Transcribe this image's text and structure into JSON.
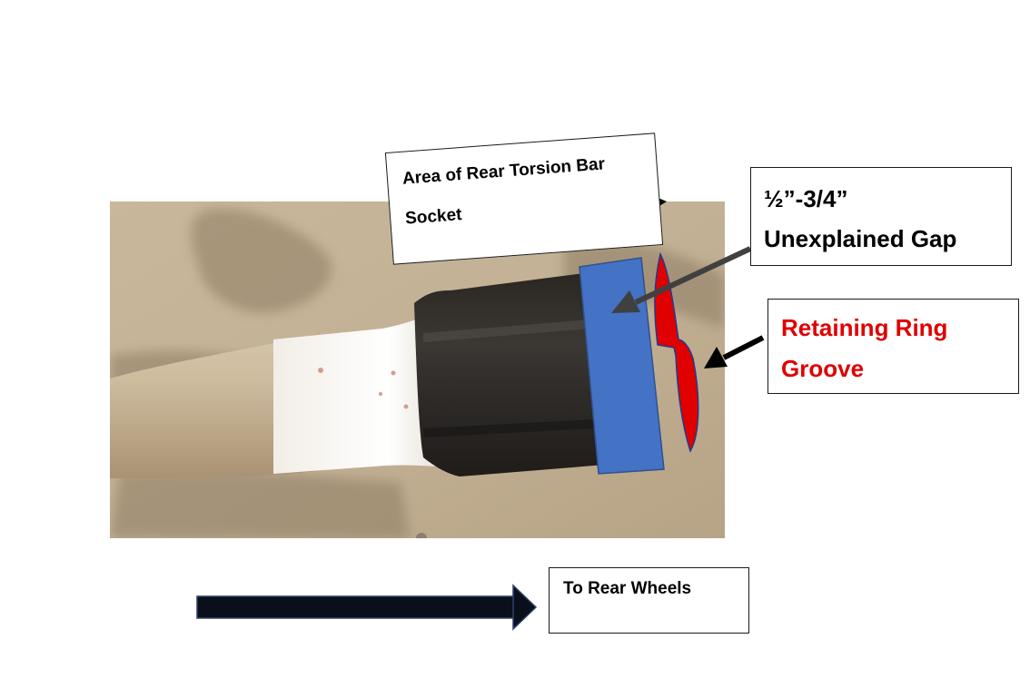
{
  "labels": {
    "socket_area": "Area of Rear Torsion Bar Socket",
    "gap_line1": "½”-3/4”",
    "gap_line2": "Unexplained Gap",
    "groove_line1": "Retaining Ring",
    "groove_line2": "Groove",
    "rear_wheels": "To Rear Wheels"
  },
  "colors": {
    "gap_marker": "#4472c4",
    "groove_marker": "#e00000",
    "groove_text": "#e00000",
    "arrow_dark": "#0b0f1c",
    "pointer_gray": "#3a3a3a"
  }
}
